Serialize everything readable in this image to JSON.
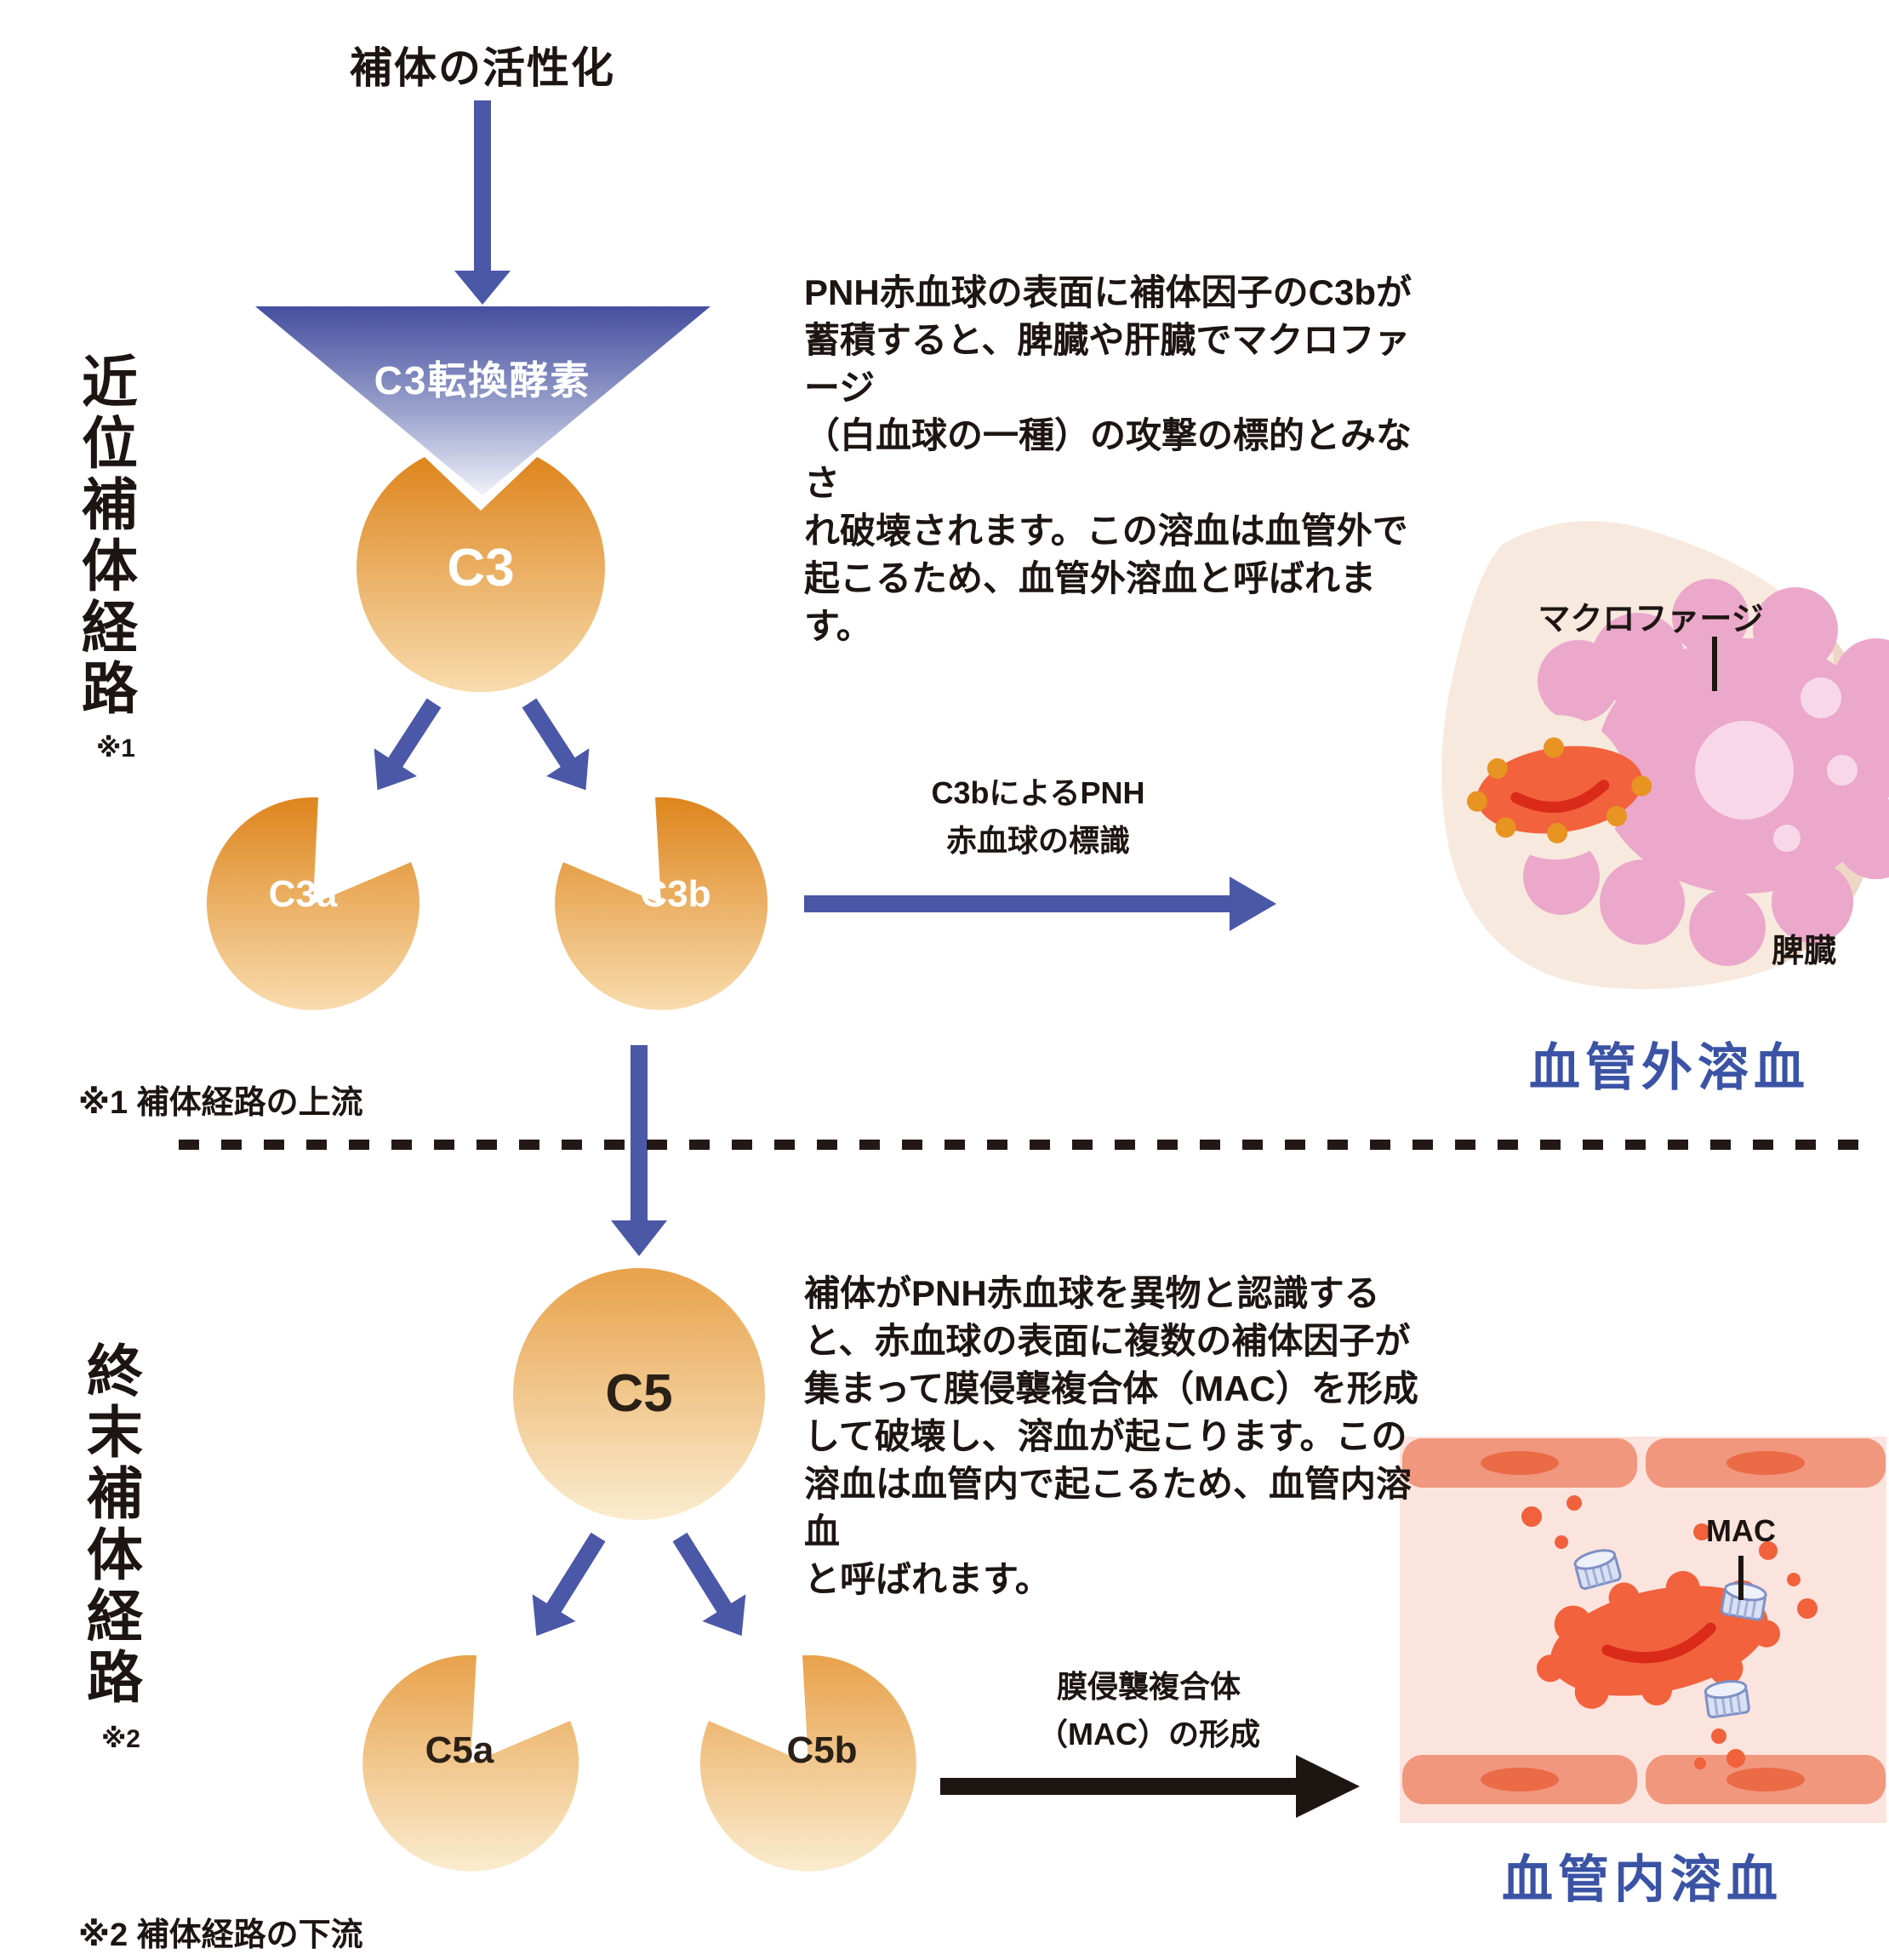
{
  "colors": {
    "arrow_blue": "#4b57a7",
    "triangle_top": "#454f9f",
    "orange_dark": "#de851d",
    "orange_light": "#f8dcae",
    "c5_orange_top": "#e8a24b",
    "c5_orange_bottom": "#faeccf",
    "text_dark": "#1d1512",
    "heading_blue": "#3b53a5",
    "macrophage_pink": "#eba8cb",
    "spleen_beige": "#f7e9de",
    "vessel_pink": "#fce4de",
    "endothelium": "#f0977e",
    "rbc_red": "#f2623c",
    "mac_complex": "#d9e0f2",
    "c3b_dot": "#e79422"
  },
  "pathway": {
    "title": "補体の活性化",
    "proximal_label": "近位補体経路",
    "proximal_note_mark": "※1",
    "terminal_label": "終末補体経路",
    "terminal_note_mark": "※2",
    "c3_convertase": "C3転換酵素",
    "c3": "C3",
    "c3a": "C3a",
    "c3b": "C3b",
    "c5": "C5",
    "c5a": "C5a",
    "c5b": "C5b",
    "footnote1": "※1 補体経路の上流",
    "footnote2": "※2 補体経路の下流"
  },
  "extravascular": {
    "description": "PNH赤血球の表面に補体因子のC3bが\n蓄積すると、脾臓や肝臓でマクロファージ\n（白血球の一種）の攻撃の標的とみなさ\nれ破壊されます。この溶血は血管外で\n起こるため、血管外溶血と呼ばれます。",
    "arrow_label": "C3bによるPNH\n赤血球の標識",
    "macrophage_label": "マクロファージ",
    "spleen_label": "脾臓",
    "caption": "血管外溶血"
  },
  "intravascular": {
    "description": "補体がPNH赤血球を異物と認識する\nと、赤血球の表面に複数の補体因子が\n集まって膜侵襲複合体（MAC）を形成\nして破壊し、溶血が起こります。この\n溶血は血管内で起こるため、血管内溶血\nと呼ばれます。",
    "arrow_label": "膜侵襲複合体\n（MAC）の形成",
    "mac_label": "MAC",
    "caption": "血管内溶血"
  }
}
